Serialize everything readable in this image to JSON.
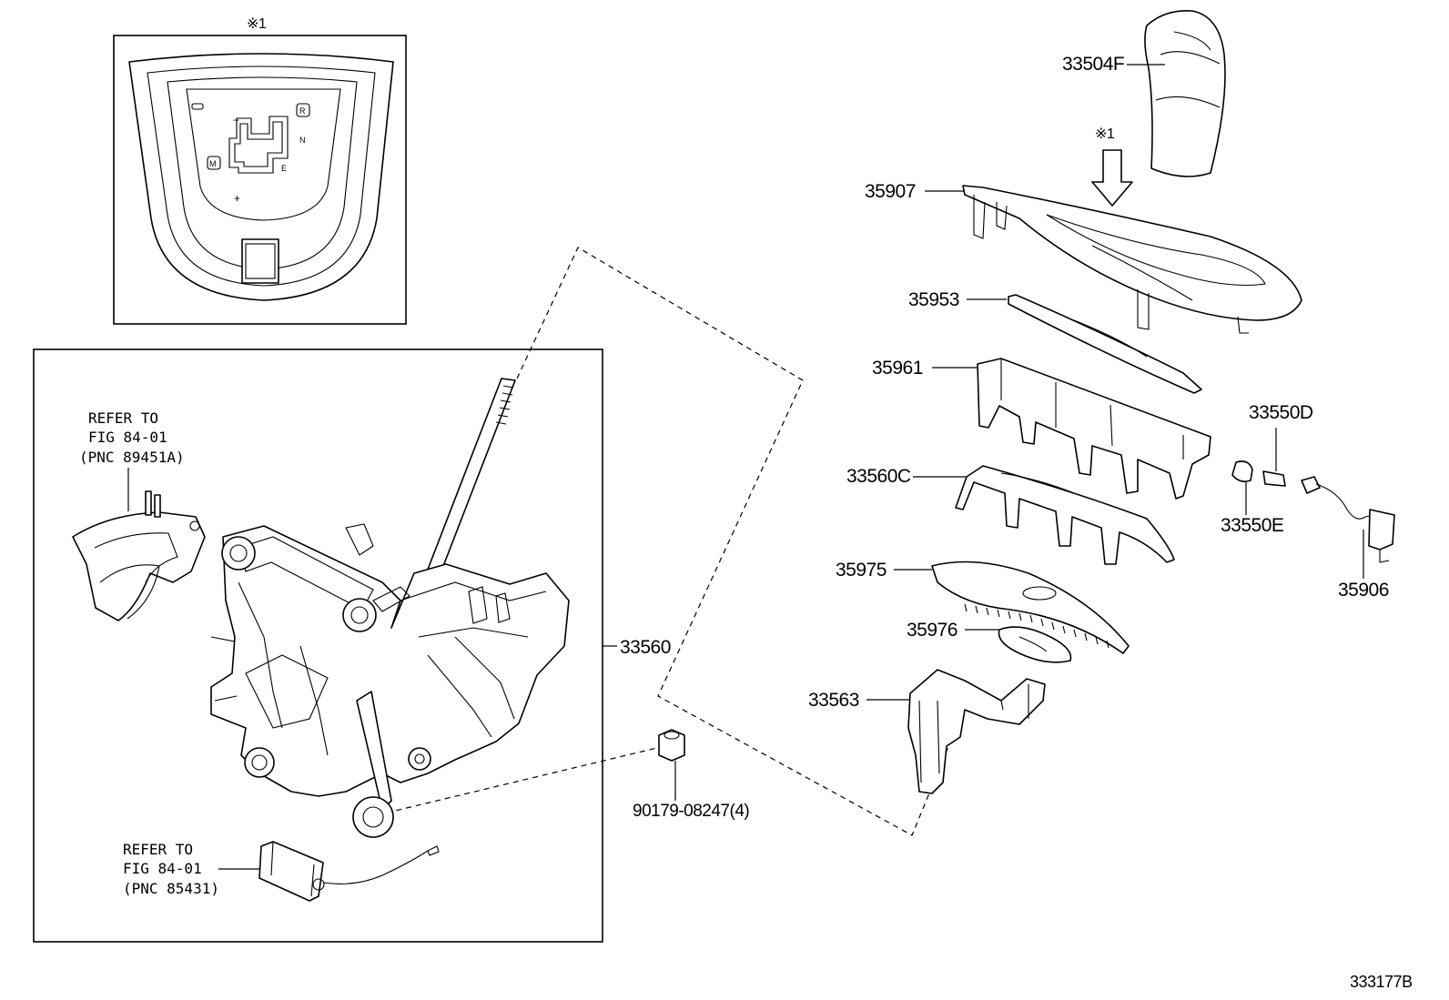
{
  "diagram_id": "333177B",
  "note_mark": "※1",
  "inset": {
    "note": "※1",
    "gate_letters": {
      "r": "R",
      "n": "N",
      "e": "E",
      "m": "M",
      "plus": "+",
      "minus": "−"
    }
  },
  "callouts": {
    "p33504F": "33504F",
    "p35907": "35907",
    "p35953": "35953",
    "p35961": "35961",
    "p33560C": "33560C",
    "p35975": "35975",
    "p35976": "35976",
    "p33563": "33563",
    "p33550D": "33550D",
    "p33550E": "33550E",
    "p35906": "35906",
    "p33560": "33560",
    "p90179": "90179-08247(4)"
  },
  "references": {
    "upper": {
      "line1": "REFER TO",
      "line2": "FIG 84-01",
      "line3": "(PNC 89451A)"
    },
    "lower": {
      "line1": "REFER TO",
      "line2": "FIG 84-01",
      "line3": "(PNC 85431)"
    }
  },
  "arrow_note": "※1"
}
